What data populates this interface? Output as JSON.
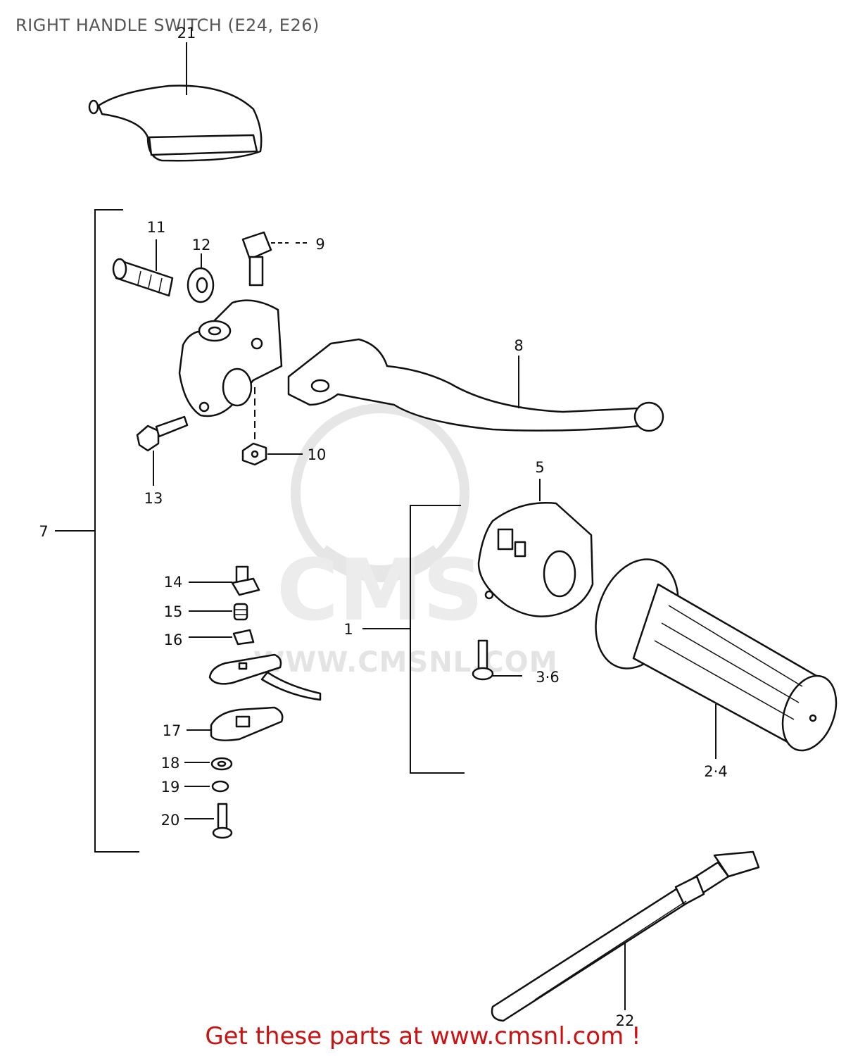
{
  "title": "RIGHT HANDLE SWITCH (E24, E26)",
  "footer_text": "Get these parts at www.cmsnl.com !",
  "watermark": {
    "brand": "CMS",
    "url": "WWW.CMSNL.COM"
  },
  "colors": {
    "line": "#111111",
    "title": "#555555",
    "footer": "#cc1111",
    "watermark": "#e4e4e4"
  },
  "callouts": {
    "c21": "21",
    "c11": "11",
    "c12": "12",
    "c9": "9",
    "c8": "8",
    "c10": "10",
    "c13": "13",
    "c7": "7",
    "c5": "5",
    "c14": "14",
    "c15": "15",
    "c16": "16",
    "c1": "1",
    "c36": "3·6",
    "c17": "17",
    "c18": "18",
    "c19": "19",
    "c20": "20",
    "c24": "2·4",
    "c22": "22"
  }
}
